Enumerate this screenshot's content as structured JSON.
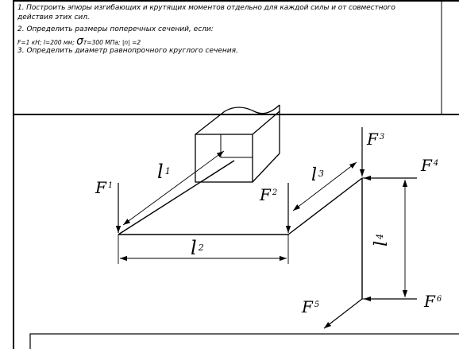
{
  "task": {
    "line1": "1. Построить эпюры изгибающих и крутящих моментов отдельно для каждой силы и от совместного",
    "line1b": "действия этих сил.",
    "line2": "2. Определить размеры поперечных сечений, если:",
    "given_prefix": "F=1 кН; l=200 мм;",
    "sigma_symbol": "σ",
    "sigma_sub": "T",
    "given_suffix": "=300 МПа; |n| =2",
    "line3": "3. Определить диаметр равнопрочного круглого сечения."
  },
  "diagram": {
    "labels": {
      "F1": "F",
      "F1_sub": "1",
      "F2": "F",
      "F2_sub": "2",
      "F3": "F",
      "F3_sub": "3",
      "F4": "F",
      "F4_sub": "4",
      "F5": "F",
      "F5_sub": "5",
      "F6": "F",
      "F6_sub": "6",
      "l1": "l",
      "l1_sub": "1",
      "l2": "l",
      "l2_sub": "2",
      "l3": "l",
      "l3_sub": "3",
      "l4": "l",
      "l4_sub": "4"
    }
  }
}
